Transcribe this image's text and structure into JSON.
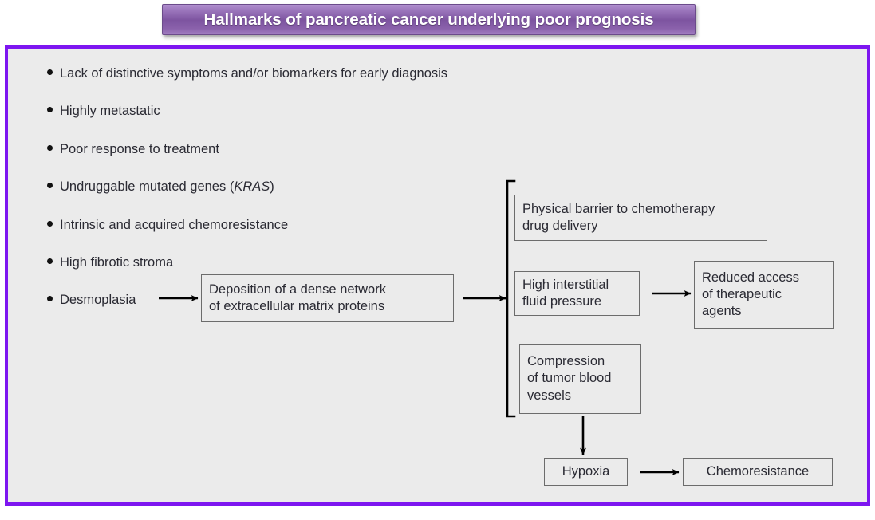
{
  "title": {
    "text": "Hallmarks of pancreatic cancer underlying poor prognosis"
  },
  "colors": {
    "panel_border": "#7d16f0",
    "panel_background": "#ebebeb",
    "title_gradient_top": "#b08fce",
    "title_gradient_bottom": "#a07cc0",
    "title_text": "#ffffff",
    "box_border": "#6c6c6c",
    "body_text": "#2a2a33",
    "arrow": "#000000"
  },
  "hallmarks": [
    {
      "text_before": "Lack of distinctive symptoms and/or biomarkers for early diagnosis",
      "italic": "",
      "text_after": ""
    },
    {
      "text_before": "Highly metastatic",
      "italic": "",
      "text_after": ""
    },
    {
      "text_before": "Poor response to treatment",
      "italic": "",
      "text_after": ""
    },
    {
      "text_before": "Undruggable mutated genes (",
      "italic": "KRAS",
      "text_after": ")"
    },
    {
      "text_before": "Intrinsic and acquired chemoresistance",
      "italic": "",
      "text_after": ""
    },
    {
      "text_before": "High fibrotic stroma",
      "italic": "",
      "text_after": ""
    },
    {
      "text_before": "Desmoplasia",
      "italic": "",
      "text_after": ""
    }
  ],
  "flow": {
    "deposition_box": {
      "line1": "Deposition of a dense network",
      "line2": "of extracellular matrix proteins"
    },
    "physical_barrier_box": {
      "line1": "Physical barrier to chemotherapy",
      "line2": "drug delivery"
    },
    "high_interstitial_box": {
      "line1": "High interstitial",
      "line2": "fluid pressure"
    },
    "reduced_access_box": {
      "line1": "Reduced access",
      "line2": "of therapeutic",
      "line3": "agents"
    },
    "compression_box": {
      "line1": "Compression",
      "line2": "of tumor blood",
      "line3": "vessels"
    },
    "hypoxia_box": {
      "label": "Hypoxia"
    },
    "chemoresistance_box": {
      "label": "Chemoresistance"
    }
  }
}
